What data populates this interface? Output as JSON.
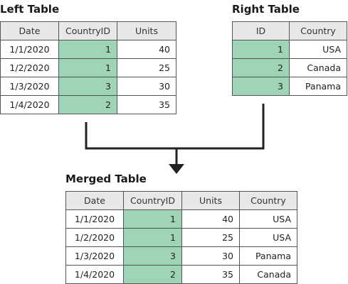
{
  "left_table": {
    "title": "Left Table",
    "columns": [
      "Date",
      "CountryID",
      "Units"
    ],
    "rows": [
      [
        "1/1/2020",
        "1",
        "40"
      ],
      [
        "1/2/2020",
        "1",
        "25"
      ],
      [
        "1/3/2020",
        "3",
        "30"
      ],
      [
        "1/4/2020",
        "2",
        "35"
      ]
    ]
  },
  "right_table": {
    "title": "Right Table",
    "columns": [
      "ID",
      "Country"
    ],
    "rows": [
      [
        "1",
        "USA"
      ],
      [
        "2",
        "Canada"
      ],
      [
        "3",
        "Panama"
      ]
    ]
  },
  "merged_table": {
    "title": "Merged Table",
    "columns": [
      "Date",
      "CountryID",
      "Units",
      "Country"
    ],
    "rows": [
      [
        "1/1/2020",
        "1",
        "40",
        "USA"
      ],
      [
        "1/2/2020",
        "1",
        "25",
        "USA"
      ],
      [
        "1/3/2020",
        "3",
        "30",
        "Panama"
      ],
      [
        "1/4/2020",
        "2",
        "35",
        "Canada"
      ]
    ]
  },
  "colors": {
    "key_highlight": "#9fd4b6",
    "header_background": "#e8e8e8",
    "border": "#555555",
    "connector": "#222222"
  }
}
